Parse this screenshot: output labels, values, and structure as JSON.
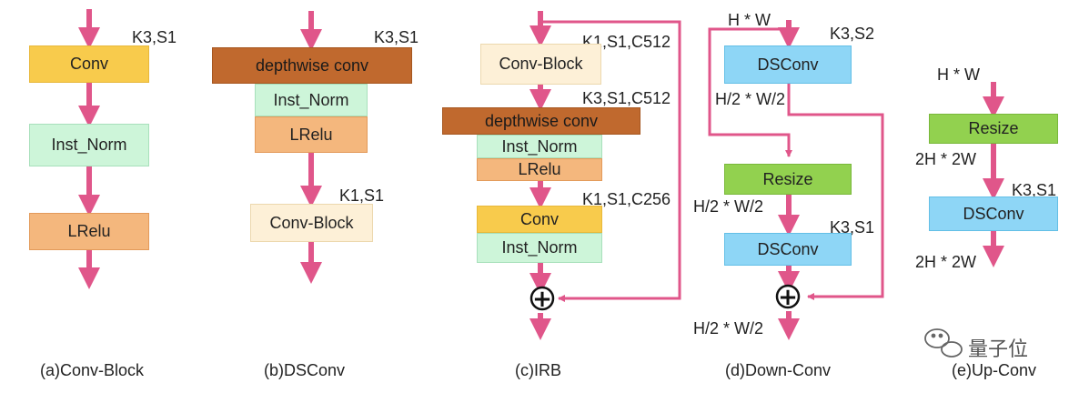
{
  "panels": {
    "a": {
      "caption": "(a)Conv-Block",
      "param": "K3,S1",
      "conv": "Conv",
      "norm": "Inst_Norm",
      "lrelu": "LRelu"
    },
    "b": {
      "caption": "(b)DSConv",
      "param_top": "K3,S1",
      "dw": "depthwise conv",
      "norm": "Inst_Norm",
      "lrelu": "LRelu",
      "param_mid": "K1,S1",
      "cblock": "Conv-Block"
    },
    "c": {
      "caption": "(c)IRB",
      "param1": "K1,S1,C512",
      "cblock": "Conv-Block",
      "param2": "K3,S1,C512",
      "dw": "depthwise conv",
      "norm1": "Inst_Norm",
      "lrelu": "LRelu",
      "param3": "K1,S1,C256",
      "conv": "Conv",
      "norm2": "Inst_Norm"
    },
    "d": {
      "caption": "(d)Down-Conv",
      "in_size": "H * W",
      "param1": "K3,S2",
      "dsconv1": "DSConv",
      "half_size1": "H/2 * W/2",
      "resize": "Resize",
      "half_size2": "H/2 * W/2",
      "param2": "K3,S1",
      "dsconv2": "DSConv",
      "out_size": "H/2 * W/2"
    },
    "e": {
      "caption": "(e)Up-Conv",
      "in_size": "H * W",
      "resize": "Resize",
      "double_size1": "2H * 2W",
      "param": "K3,S1",
      "dsconv": "DSConv",
      "double_size2": "2H * 2W"
    }
  },
  "plus_symbol": "+",
  "watermark": "量子位",
  "colors": {
    "arrow": "#e0568a",
    "conv": "#f8cb4c",
    "norm": "#cdf5d9",
    "lrelu": "#f4b77d",
    "depthwise": "#c0692e",
    "conv_block": "#fdf0d7",
    "dsconv": "#8ed6f6",
    "resize": "#92d14f"
  }
}
